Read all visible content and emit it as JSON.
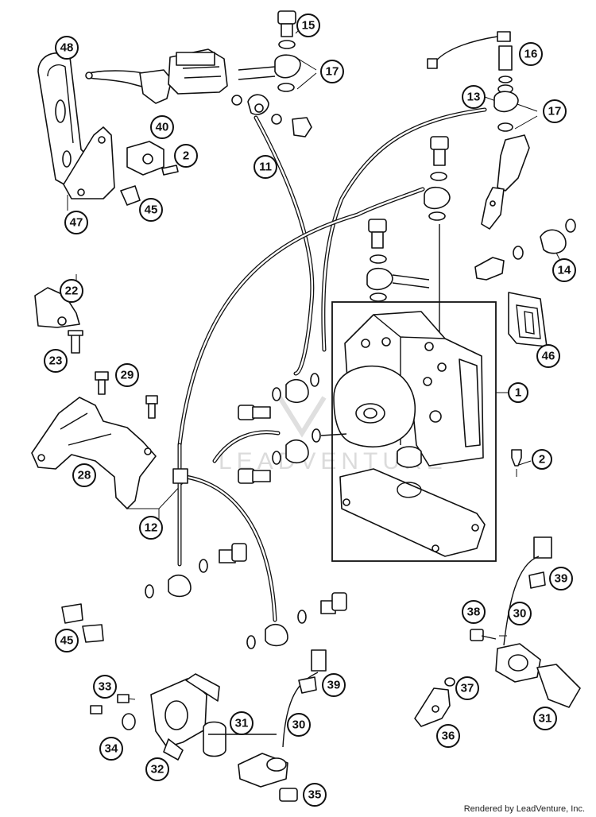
{
  "labels": [
    "48",
    "15",
    "17",
    "16",
    "13",
    "17",
    "40",
    "2",
    "11",
    "47",
    "45",
    "22",
    "23",
    "29",
    "14",
    "46",
    "1",
    "28",
    "2",
    "12",
    "39",
    "38",
    "30",
    "45",
    "33",
    "39",
    "37",
    "34",
    "31",
    "30",
    "31",
    "36",
    "32",
    "35"
  ],
  "watermark": "LEADVENTURE",
  "footer": "Rendered by LeadVenture, Inc."
}
